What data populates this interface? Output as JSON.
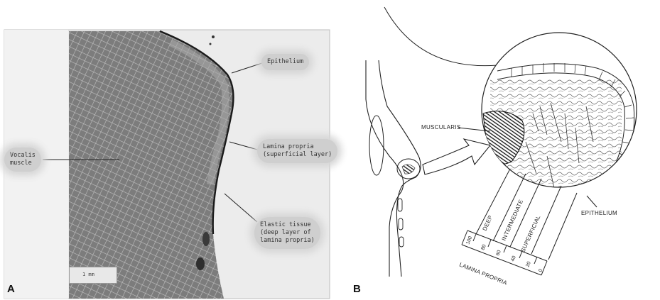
{
  "panel_a": {
    "letter": "A",
    "labels": {
      "epithelium": "Epithelium",
      "lamina_superficial": [
        "Lamina propria",
        "(superficial layer)"
      ],
      "vocalis": [
        "Vocalis",
        "muscle"
      ],
      "elastic_tissue": [
        "Elastic tissue",
        "(deep layer of",
        "lamina propria)"
      ]
    },
    "scale_bar": "1 mm"
  },
  "panel_b": {
    "letter": "B",
    "labels": {
      "muscularis": "MUSCULARIS",
      "epithelium": "EPITHELIUM",
      "deep": "DEEP",
      "intermediate": "INTERMEDIATE",
      "superficial": "SUPERFICIAL",
      "lamina_propria": "LAMINA PROPRIA"
    },
    "scale_ticks": [
      "100",
      "80",
      "60",
      "40",
      "20",
      "0"
    ]
  }
}
